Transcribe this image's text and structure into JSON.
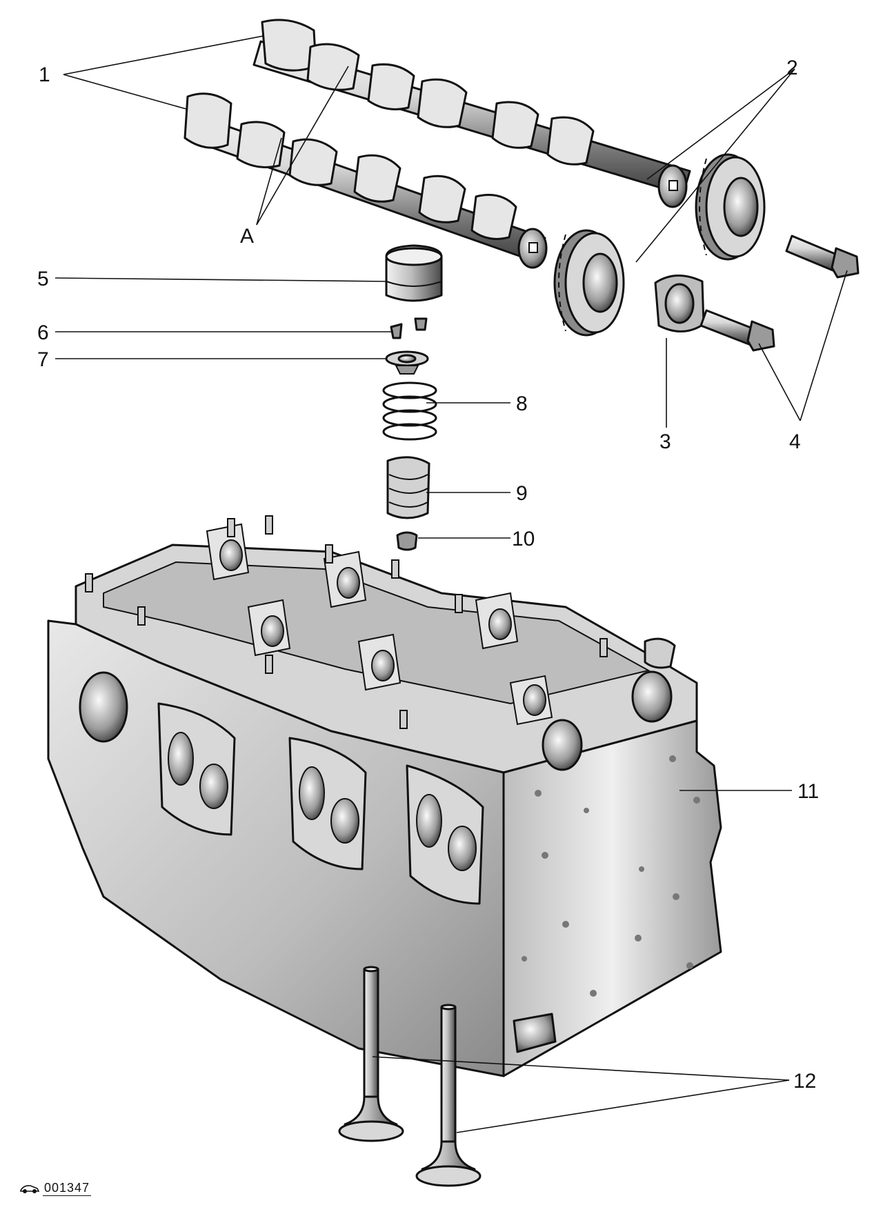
{
  "callouts": {
    "c1": "1",
    "c2": "2",
    "c3": "3",
    "c4": "4",
    "cA": "A",
    "c5": "5",
    "c6": "6",
    "c7": "7",
    "c8": "8",
    "c9": "9",
    "c10": "10",
    "c11": "11",
    "c12": "12"
  },
  "footer": {
    "code": "001347",
    "logo_icon": "car-logo-icon"
  },
  "colors": {
    "ink": "#111111",
    "metal_light": "#f2f2f2",
    "metal_mid": "#bdbdbd",
    "metal_dark": "#6e6e6e"
  }
}
